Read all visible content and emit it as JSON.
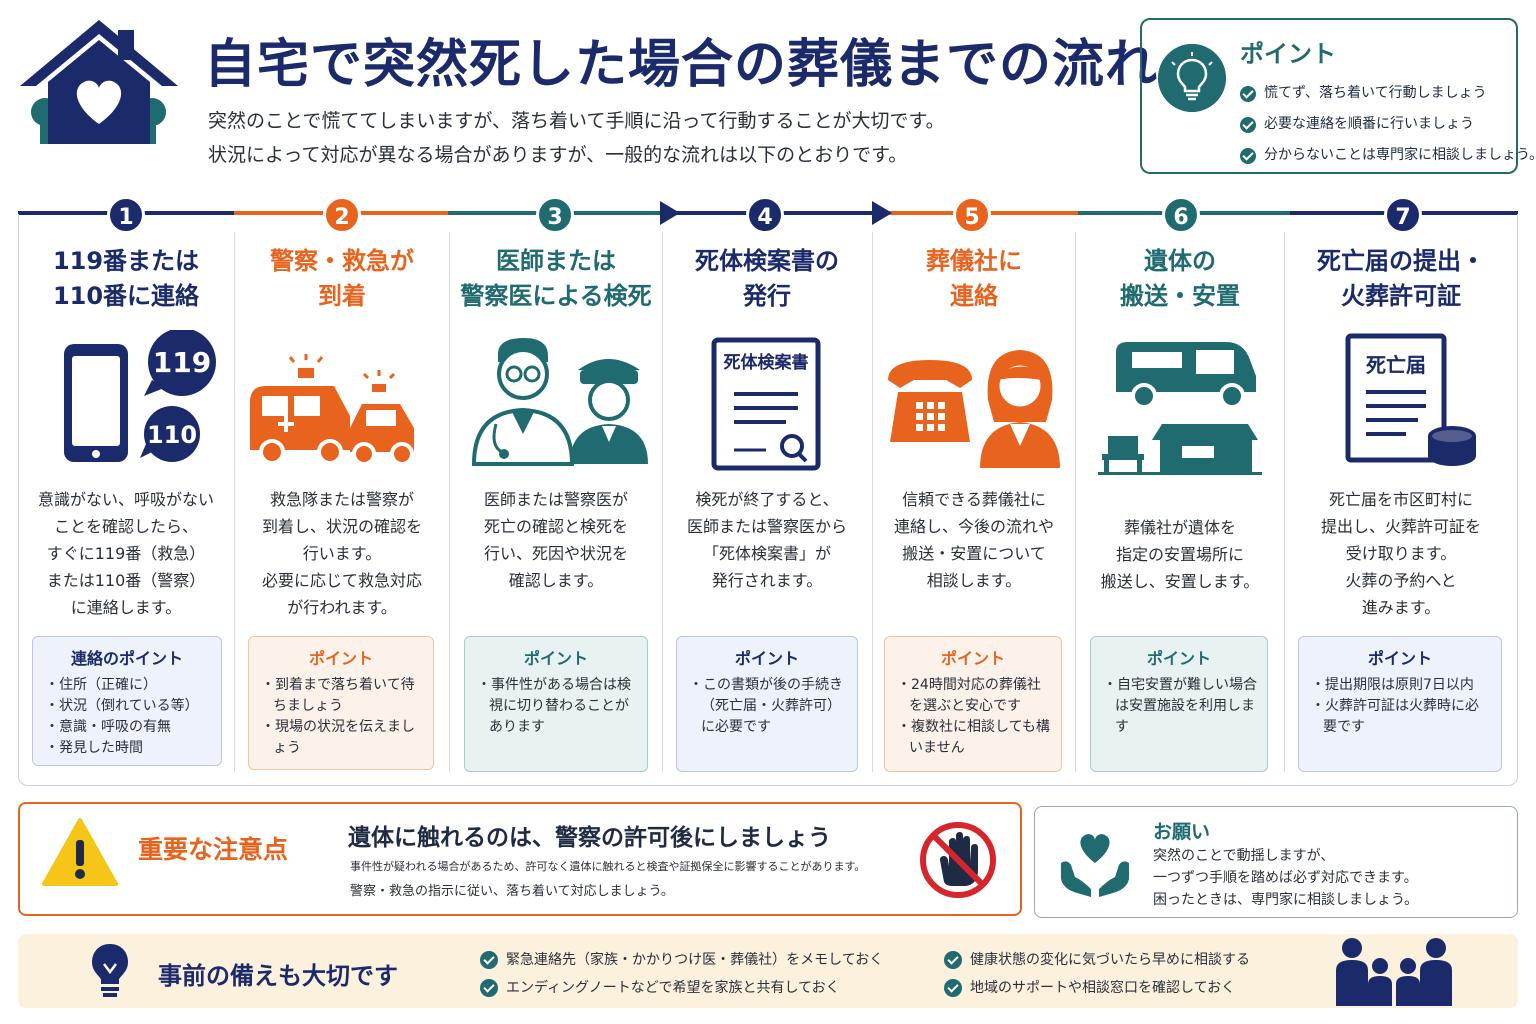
{
  "colors": {
    "navy": "#1b2a6b",
    "orange": "#e8641e",
    "teal": "#1f6b70"
  },
  "header": {
    "title": "自宅で突然死した場合の葬儀までの流れ",
    "intro_line1": "突然のことで慌ててしまいますが、落ち着いて手順に沿って行動することが大切です。",
    "intro_line2": "状況によって対応が異なる場合がありますが、一般的な流れは以下のとおりです。"
  },
  "point_box": {
    "title": "ポイント",
    "items": [
      "慌てず、落ち着いて行動しましょう",
      "必要な連絡を順番に行いましょう",
      "分からないことは専門家に相談しましょう。"
    ]
  },
  "steps": [
    {
      "number": "1",
      "title_line1": "119番または",
      "title_line2": "110番に連絡",
      "icon": "smartphone-icon",
      "icon_text_a": "119",
      "icon_text_b": "110",
      "desc": [
        "意識がない、呼吸がない",
        "ことを確認したら、",
        "すぐに119番（救急）",
        "または110番（警察）",
        "に連絡します。"
      ],
      "tip_title": "連絡のポイント",
      "tips": [
        "住所（正確に）",
        "状況（倒れている等）",
        "意識・呼吸の有無",
        "発見した時間"
      ]
    },
    {
      "number": "2",
      "title_line1": "警察・救急が",
      "title_line2": "到着",
      "icon": "ambulance-police-icon",
      "desc": [
        "救急隊または警察が",
        "到着し、状況の確認を",
        "行います。",
        "必要に応じて救急対応",
        "が行われます。"
      ],
      "tip_title": "ポイント",
      "tips": [
        "到着まで落ち着いて待ちましょう",
        "現場の状況を伝えましょう"
      ]
    },
    {
      "number": "3",
      "title_line1": "医師または",
      "title_line2": "警察医による検死",
      "icon": "doctor-police-icon",
      "desc": [
        "医師または警察医が",
        "死亡の確認と検死を",
        "行い、死因や状況を",
        "確認します。"
      ],
      "tip_title": "ポイント",
      "tips": [
        "事件性がある場合は検視に切り替わることがあります"
      ]
    },
    {
      "number": "4",
      "title_line1": "死体検案書の",
      "title_line2": "発行",
      "icon": "certificate-icon",
      "icon_text_a": "死体検案書",
      "desc": [
        "検死が終了すると、",
        "医師または警察医から",
        "「死体検案書」が",
        "発行されます。"
      ],
      "tip_title": "ポイント",
      "tips": [
        "この書類が後の手続き（死亡届・火葬許可）に必要です"
      ]
    },
    {
      "number": "5",
      "title_line1": "葬儀社に",
      "title_line2": "連絡",
      "icon": "telephone-staff-icon",
      "desc": [
        "信頼できる葬儀社に",
        "連絡し、今後の流れや",
        "搬送・安置について",
        "相談します。"
      ],
      "tip_title": "ポイント",
      "tips": [
        "24時間対応の葬儀社を選ぶと安心です",
        "複数社に相談しても構いません"
      ]
    },
    {
      "number": "6",
      "title_line1": "遺体の",
      "title_line2": "搬送・安置",
      "icon": "hearse-house-icon",
      "desc": [
        "葬儀社が遺体を",
        "指定の安置場所に",
        "搬送し、安置します。"
      ],
      "tip_title": "ポイント",
      "tips": [
        "自宅安置が難しい場合は安置施設を利用します"
      ]
    },
    {
      "number": "7",
      "title_line1": "死亡届の提出・",
      "title_line2": "火葬許可証",
      "icon": "death-notice-icon",
      "icon_text_a": "死亡届",
      "desc": [
        "死亡届を市区町村に",
        "提出し、火葬許可証を",
        "受け取ります。",
        "火葬の予約へと",
        "進みます。"
      ],
      "tip_title": "ポイント",
      "tips": [
        "提出期限は原則7日以内",
        "火葬許可証は火葬時に必要です"
      ]
    }
  ],
  "warning": {
    "label": "重要な注意点",
    "main": "遺体に触れるのは、警察の許可後にしましょう",
    "sub1": "事件性が疑われる場合があるため、許可なく遺体に触れると検査や証拠保全に影響することがあります。",
    "sub2": "警察・救急の指示に従い、落ち着いて対応しましょう。"
  },
  "request": {
    "title": "お願い",
    "line1": "突然のことで動揺しますが、",
    "line2": "一つずつ手順を踏めば必ず対応できます。",
    "line3": "困ったときは、専門家に相談しましょう。"
  },
  "prep": {
    "title": "事前の備えも大切です",
    "items": [
      "緊急連絡先（家族・かかりつけ医・葬儀社）をメモしておく",
      "エンディングノートなどで希望を家族と共有しておく",
      "健康状態の変化に気づいたら早めに相談する",
      "地域のサポートや相談窓口を確認しておく"
    ]
  }
}
